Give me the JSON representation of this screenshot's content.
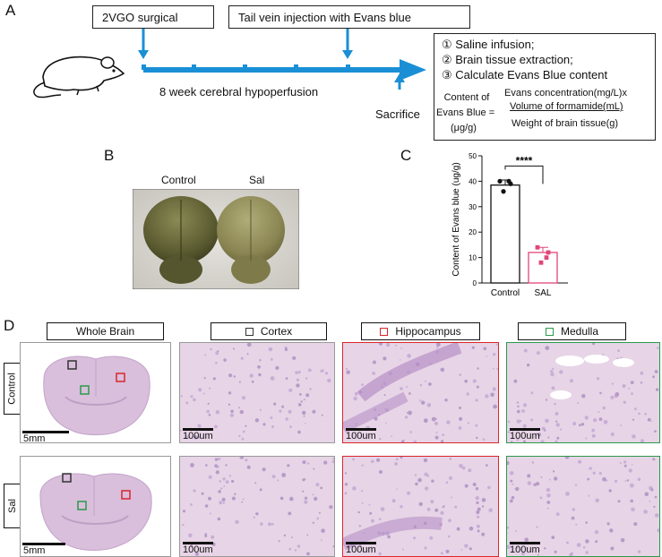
{
  "panels": {
    "a": "A",
    "b": "B",
    "c": "C",
    "d": "D"
  },
  "timeline": {
    "surgery": "2VGO surgical",
    "injection": "Tail vein injection with Evans blue",
    "period": "8 week cerebral hypoperfusion",
    "sacrifice": "Sacrifice"
  },
  "steps": {
    "s1": "① Saline infusion;",
    "s2": "② Brain tissue extraction;",
    "s3": "③ Calculate Evans Blue content"
  },
  "formula": {
    "lhs1": "Content of",
    "lhs2": "Evans Blue =",
    "lhs3": "(μg/g)",
    "num1": "Evans concentration(mg/L)x",
    "num2": "Volume of formamide(mL)",
    "den": "Weight of brain tissue(g)"
  },
  "photo": {
    "control": "Control",
    "sal": "Sal"
  },
  "chart_data": {
    "type": "bar",
    "categories": [
      "Control",
      "SAL"
    ],
    "values": [
      38.5,
      12
    ],
    "errors": [
      2,
      2
    ],
    "points": [
      [
        40,
        40,
        36,
        39
      ],
      [
        14,
        10,
        8,
        12
      ]
    ],
    "ylabel": "Content of Evans blue (ug/g)",
    "ylim": [
      0,
      50
    ],
    "yticks": [
      0,
      10,
      20,
      30,
      40,
      50
    ],
    "significance": "****",
    "colors": [
      "#111111",
      "#e0457b"
    ]
  },
  "histology": {
    "headers": {
      "whole": "Whole Brain",
      "cortex": "Cortex",
      "hippo": "Hippocampus",
      "medulla": "Medulla"
    },
    "rows": {
      "control": "Control",
      "sal": "Sal"
    },
    "scale_whole": "5mm",
    "scale_zoom": "100um",
    "colors": {
      "cortex": "#333333",
      "hippo": "#d9262b",
      "medulla": "#2a9a4a"
    }
  }
}
